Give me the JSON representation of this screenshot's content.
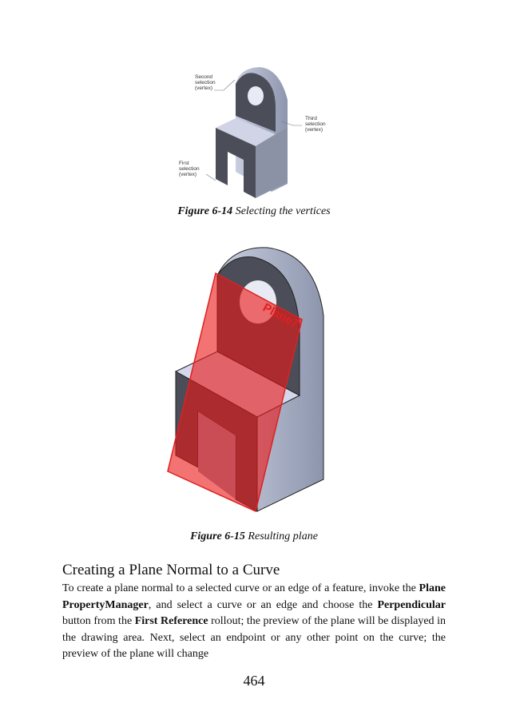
{
  "figure1": {
    "labels": {
      "second": [
        "Second",
        "selection",
        "(vertex)"
      ],
      "third": [
        "Third",
        "selection",
        "(vertex)"
      ],
      "first": [
        "First",
        "selection",
        "(vertex)"
      ]
    },
    "caption_num": "Figure 6-14",
    "caption_text": " Selecting the vertices"
  },
  "figure2": {
    "plane_label": "Plane7",
    "caption_num": "Figure 6-15",
    "caption_text": " Resulting plane"
  },
  "section": {
    "heading": "Creating a Plane Normal to a Curve",
    "p": [
      "To create a plane normal to a selected curve or an edge of a feature, invoke the ",
      "Plane PropertyManager",
      ", and select a curve or an edge and choose the ",
      "Perpendicular",
      " button from the ",
      "First Reference",
      " rollout; the preview of the plane will be displayed in the drawing area. Next, select an endpoint or any other point on the curve; the preview of the plane will change"
    ]
  },
  "page_number": "464"
}
